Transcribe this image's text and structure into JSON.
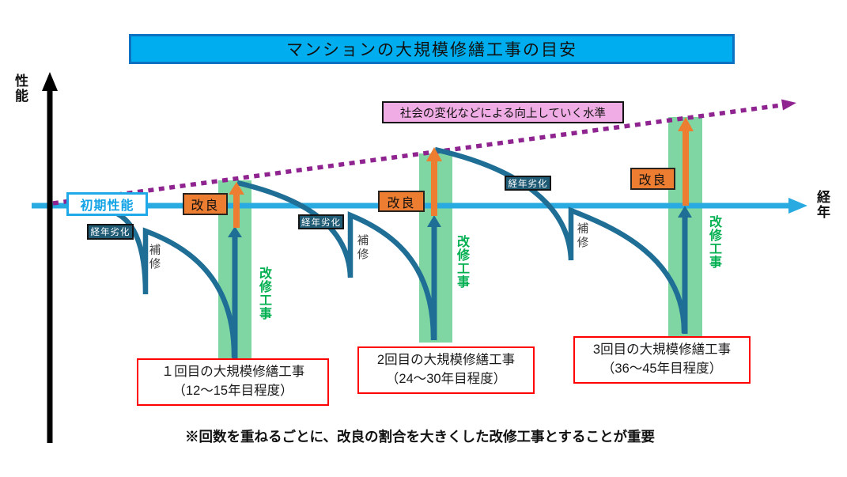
{
  "title": "マンションの大規模修繕工事の目安",
  "axes": {
    "y_label": "性能",
    "x_label": "経年"
  },
  "labels": {
    "initial_performance": "初期性能",
    "social_trend": "社会の変化などによる向上していく水準",
    "note": "※回数を重ねるごとに、改良の割合を大きくした改修工事とすることが重要"
  },
  "clusters": [
    {
      "aging": "経年劣化",
      "repair": "補修",
      "improvement": "改良",
      "renovation": "改修工事",
      "milestone_line1": "１回目の大規模修繕工事",
      "milestone_line2": "（12～15年目程度）"
    },
    {
      "aging": "経年劣化",
      "repair": "補修",
      "improvement": "改良",
      "renovation": "改修工事",
      "milestone_line1": "2回目の大規模修繕工事",
      "milestone_line2": "（24～30年目程度）"
    },
    {
      "aging": "経年劣化",
      "repair": "補修",
      "improvement": "改良",
      "renovation": "改修工事",
      "milestone_line1": "3回目の大規模修繕工事",
      "milestone_line2": "（36～45年目程度）"
    }
  ],
  "colors": {
    "title_fill": "#00AEEF",
    "title_border": "#0A72C0",
    "timeline_cyan": "#29ABE2",
    "green_bar": "#7FD6A2",
    "renovation_text_green": "#00B050",
    "curve_teal": "#1F6E96",
    "aging_box_fill": "#1F5B75",
    "improvement_orange": "#ED7D31",
    "trend_purple": "#8F2490",
    "trend_label_pink": "#F0ACE4",
    "milestone_border_red": "#FF0000"
  }
}
